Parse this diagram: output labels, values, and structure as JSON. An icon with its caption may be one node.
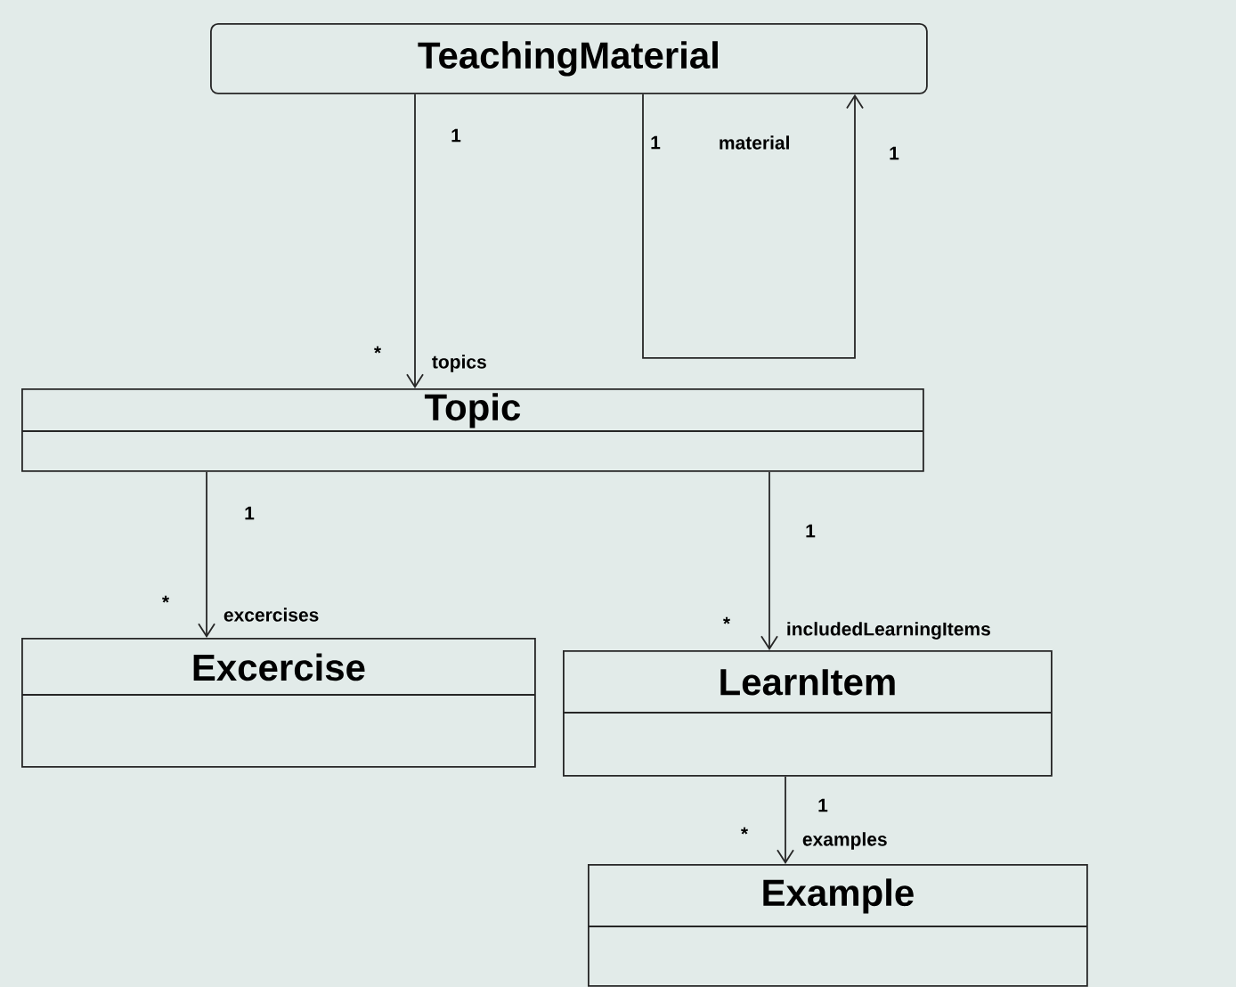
{
  "diagram": {
    "nodes": [
      {
        "text": [
          "TeachingMaterial"
        ]
      },
      {
        "text": [
          "Topic"
        ]
      },
      {
        "text": [
          "Excercise"
        ]
      },
      {
        "text": [
          "LearnItem"
        ]
      },
      {
        "text": [
          "Example"
        ]
      }
    ],
    "edges": [
      {
        "from": 0,
        "to": 1,
        "arrow": "to",
        "label": "topics"
      },
      {
        "from": 0,
        "to": 0,
        "arrow": "to",
        "label": "material"
      },
      {
        "from": 1,
        "to": 2,
        "arrow": "to",
        "label": "excercises"
      },
      {
        "from": 1,
        "to": 3,
        "arrow": "to",
        "label": "includedLearningItems"
      },
      {
        "from": 3,
        "to": 4,
        "arrow": "to",
        "label": "examples"
      }
    ],
    "labels": [
      "1",
      "1",
      "1",
      "*",
      "1",
      "1",
      "*",
      "*",
      "1",
      "*"
    ]
  }
}
